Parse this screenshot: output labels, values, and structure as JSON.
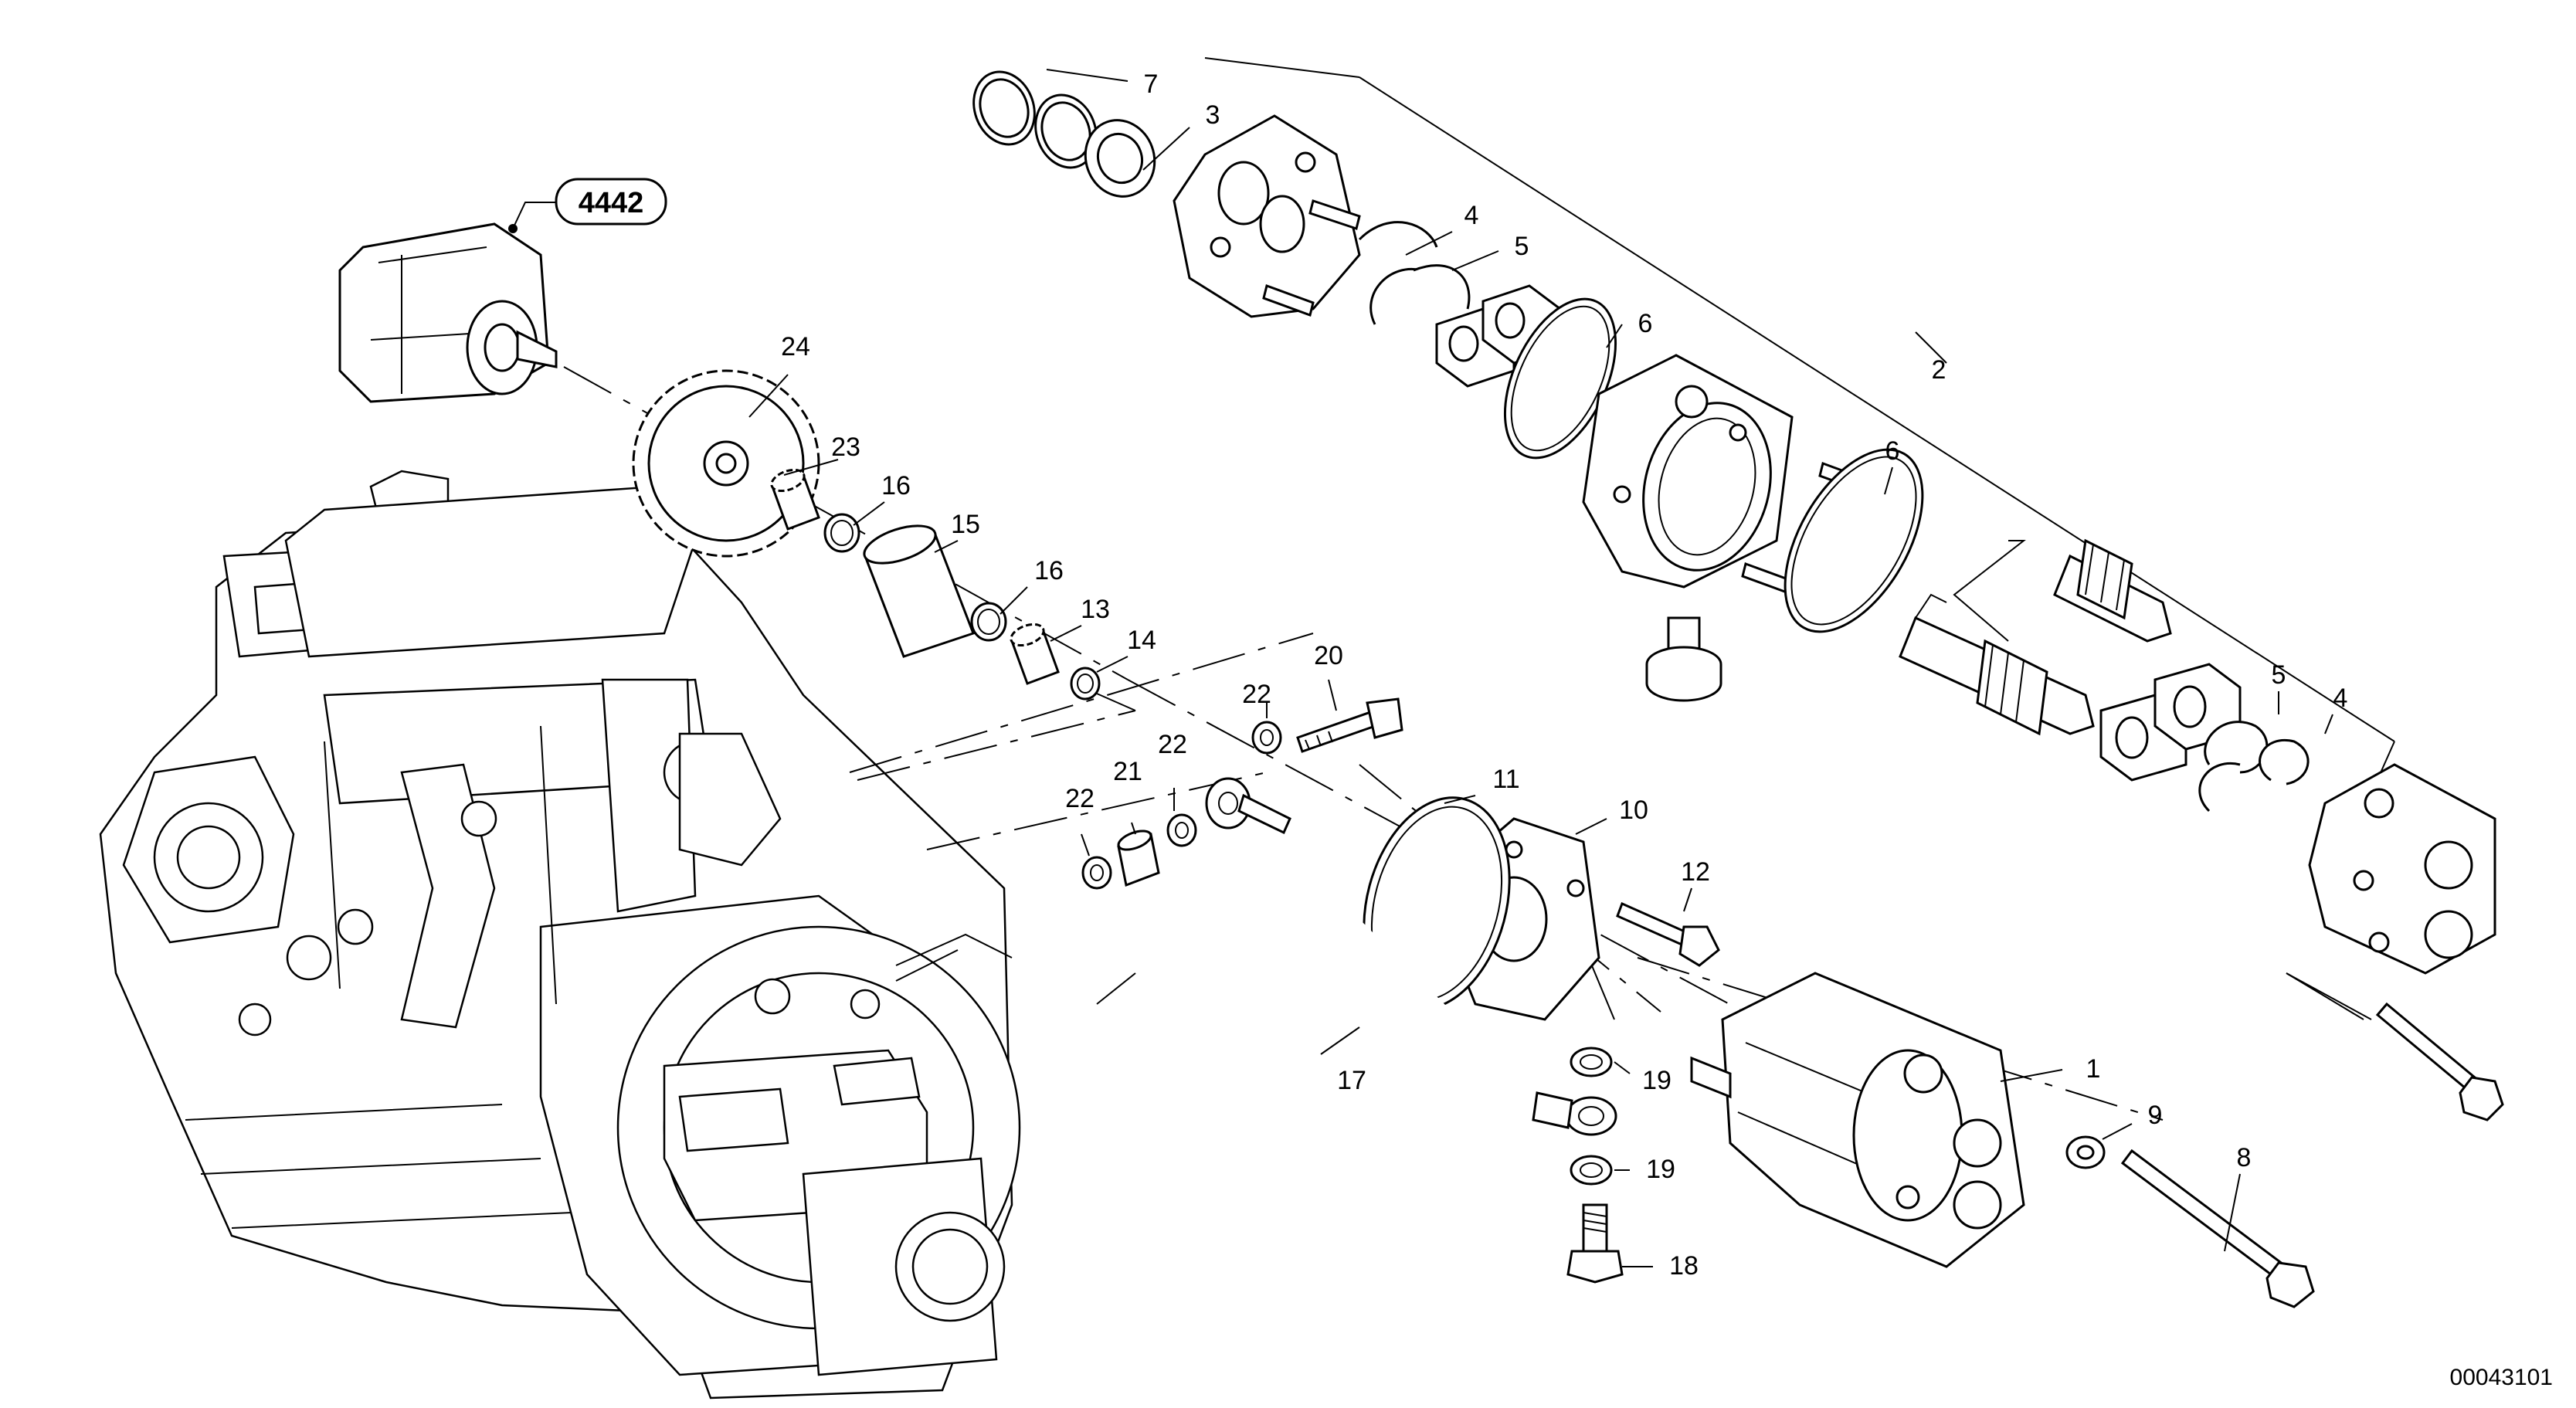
{
  "reference_badge": "4442",
  "document_id": "00043101",
  "callouts": [
    "1",
    "2",
    "3",
    "4",
    "4",
    "5",
    "5",
    "6",
    "6",
    "7",
    "8",
    "9",
    "10",
    "11",
    "12",
    "13",
    "14",
    "15",
    "16",
    "16",
    "17",
    "18",
    "19",
    "19",
    "20",
    "21",
    "22",
    "22",
    "22",
    "23",
    "24"
  ]
}
